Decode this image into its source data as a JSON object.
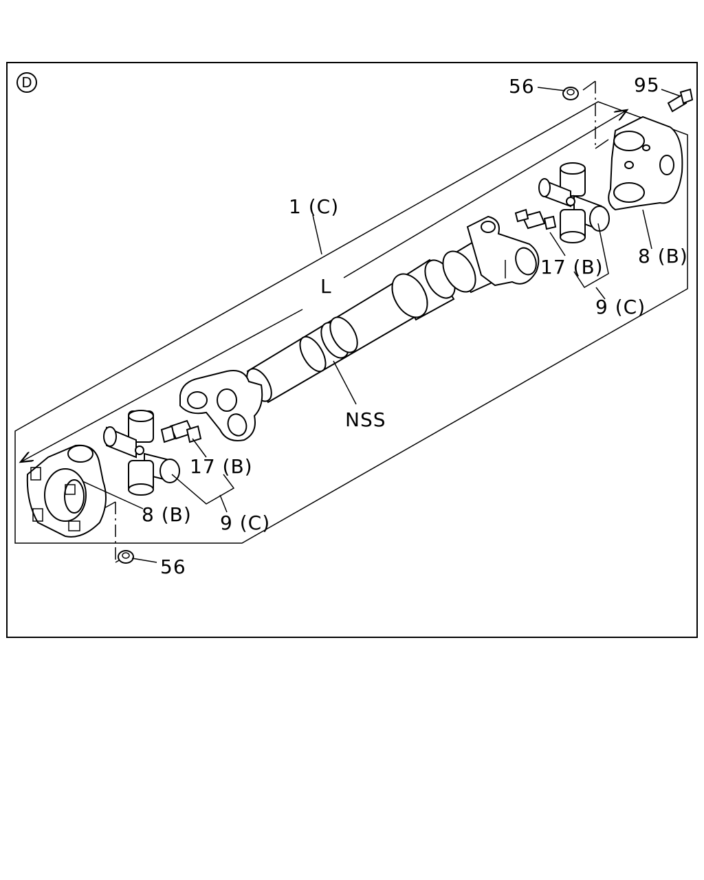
{
  "diagram": {
    "section_badge": "D",
    "labels": {
      "p56_top": "56",
      "p95": "95",
      "p1c": "1 (C)",
      "L": "L",
      "p8b_right": "8 (B)",
      "p17b_right": "17 (B)",
      "p9c_right": "9 (C)",
      "nss": "NSS",
      "p17b_left": "17 (B)",
      "p8b_left": "8 (B)",
      "p9c_left": "9 (C)",
      "p56_bottom": "56"
    }
  }
}
